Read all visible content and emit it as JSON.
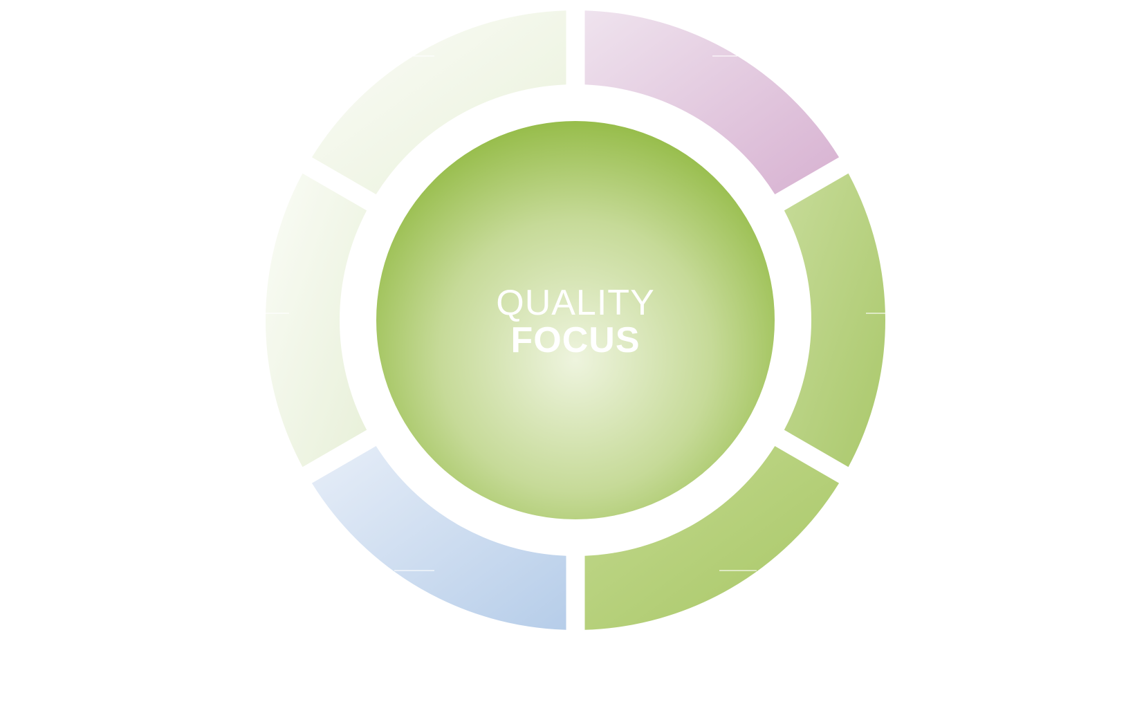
{
  "diagram": {
    "center": {
      "line1": "QUALITY",
      "line2": "FOCUS",
      "text_color": "#ffffff",
      "colors": {
        "highlight": "#eef4de",
        "mid": "#c6da98",
        "edge": "#8fb83e"
      }
    },
    "segments": [
      {
        "id": "top-right",
        "color_from": "#efe3ee",
        "color_to": "#d7b1d1"
      },
      {
        "id": "right",
        "color_from": "#c6db98",
        "color_to": "#aac86b"
      },
      {
        "id": "bottom-right",
        "color_from": "#c3d98f",
        "color_to": "#a8c766"
      },
      {
        "id": "bottom-left",
        "color_from": "#e7eef8",
        "color_to": "#b6cde9"
      },
      {
        "id": "left",
        "color_from": "#fafcf6",
        "color_to": "#e8f0d9"
      },
      {
        "id": "top-left",
        "color_from": "#fbfcf8",
        "color_to": "#e9f1da"
      }
    ]
  }
}
